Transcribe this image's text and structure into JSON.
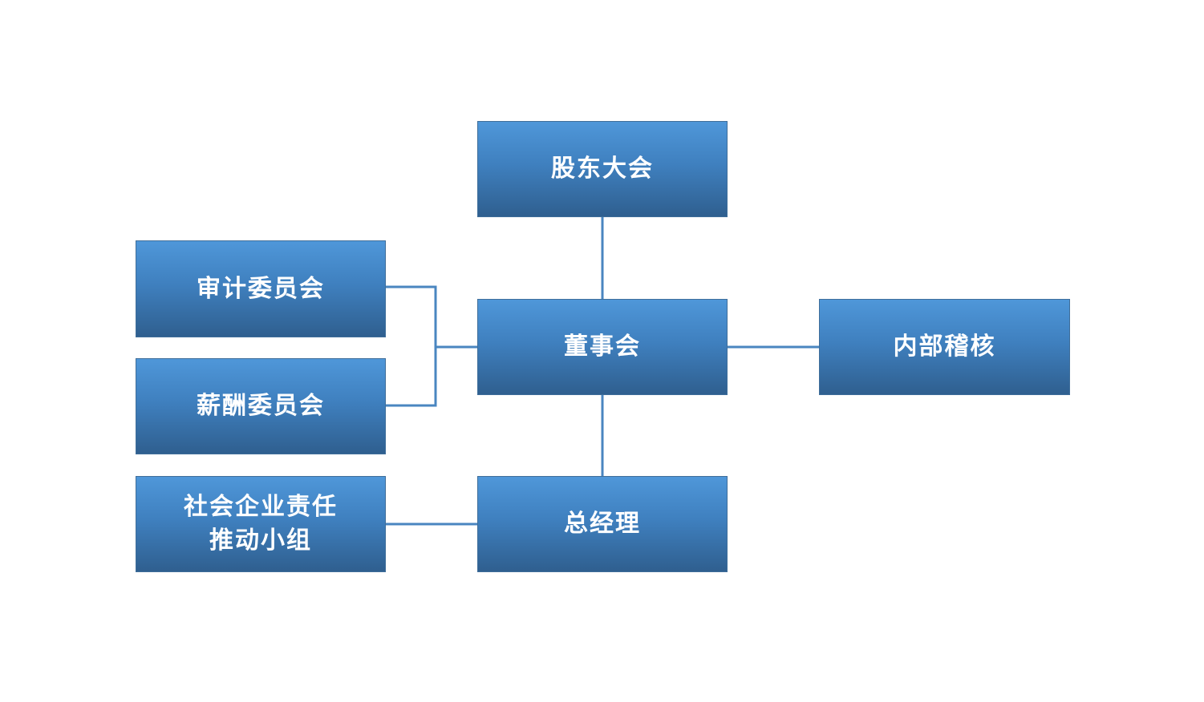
{
  "diagram": {
    "nodes": {
      "shareholders": "股东大会",
      "board": "董事会",
      "audit": "审计委员会",
      "salary": "薪酬委员会",
      "csr_line1": "社会企业责任",
      "csr_line2": "推动小组",
      "general_manager": "总经理",
      "internal_audit": "内部稽核"
    },
    "edges": [
      {
        "from": "股东大会",
        "to": "董事会"
      },
      {
        "from": "董事会",
        "to": "审计委员会"
      },
      {
        "from": "董事会",
        "to": "薪酬委员会"
      },
      {
        "from": "董事会",
        "to": "内部稽核"
      },
      {
        "from": "董事会",
        "to": "总经理"
      },
      {
        "from": "总经理",
        "to": "社会企业责任推动小组"
      }
    ],
    "colors": {
      "box_top": "#4f97d9",
      "box_bottom": "#2f5f8f",
      "connector": "#4a86c0",
      "text": "#ffffff"
    }
  }
}
